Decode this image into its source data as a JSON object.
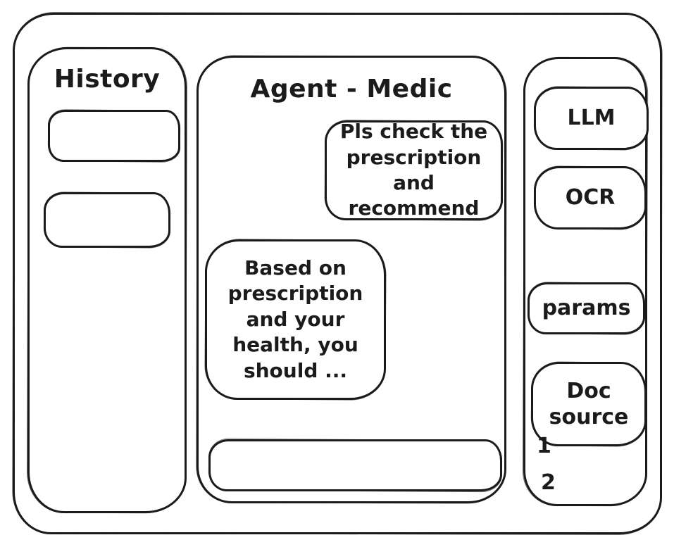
{
  "history_panel": {
    "title": "History",
    "items": [
      {
        "label": ""
      },
      {
        "label": ""
      }
    ]
  },
  "chat_panel": {
    "title": "Agent - Medic",
    "messages": [
      {
        "role": "user",
        "text": "Pls check the prescription and recommend"
      },
      {
        "role": "assistant",
        "text": "Based on prescription and your health, you should ..."
      }
    ],
    "composer": {
      "value": ""
    }
  },
  "tools_panel": {
    "llm_button": "LLM",
    "ocr_button": "OCR",
    "params_button": "params",
    "doc_source_button": "Doc source",
    "doc_source_items": [
      "1",
      "2"
    ]
  }
}
